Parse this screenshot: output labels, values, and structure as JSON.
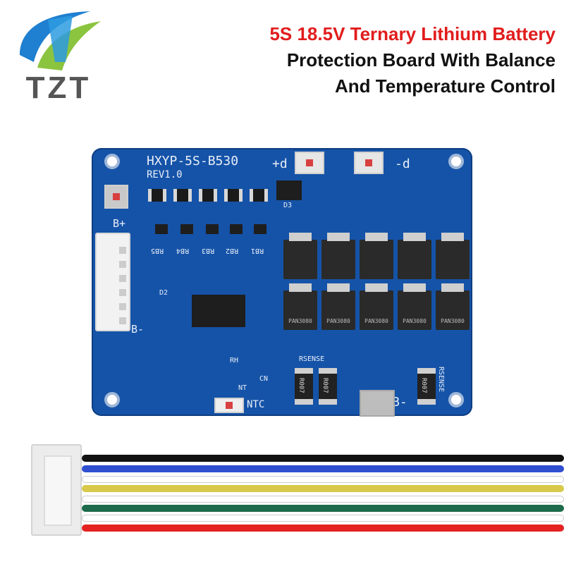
{
  "logo": {
    "text": "TZT",
    "colors": {
      "blue": "#1f7fd0",
      "green": "#8bc43f",
      "gray": "#555555"
    }
  },
  "headline": {
    "line1": "5S 18.5V Ternary Lithium Battery",
    "line2": "Protection Board With Balance",
    "line3": "And Temperature Control",
    "accent_color": "#e11d1d"
  },
  "board": {
    "model": "HXYP-5S-B530",
    "revision": "REV1.0",
    "labels": {
      "plus_d": "+d",
      "minus_d": "-d",
      "b_plus": "B+",
      "b_minus": "B-",
      "b_minus_out": "B-",
      "ntc": "NTC",
      "rsense_left": "RSENSE",
      "rsense_right": "RSENSE",
      "d3": "D3",
      "d2": "D2",
      "cn": "CN",
      "rh": "RH",
      "nt": "NT"
    },
    "resistor_labels": [
      "RB5",
      "RB4",
      "RB3",
      "RB2",
      "RB1"
    ],
    "mosfet_label": "PAN3080",
    "sense_values": [
      "R007",
      "R007",
      "R007"
    ],
    "pcb_color": "#1553a8"
  },
  "cable": {
    "wire_colors": [
      "#111111",
      "#2f4fd0",
      "#ffffff",
      "#d8c94a",
      "#ffffff",
      "#1d6b4a",
      "#ffffff",
      "#e52222"
    ]
  }
}
